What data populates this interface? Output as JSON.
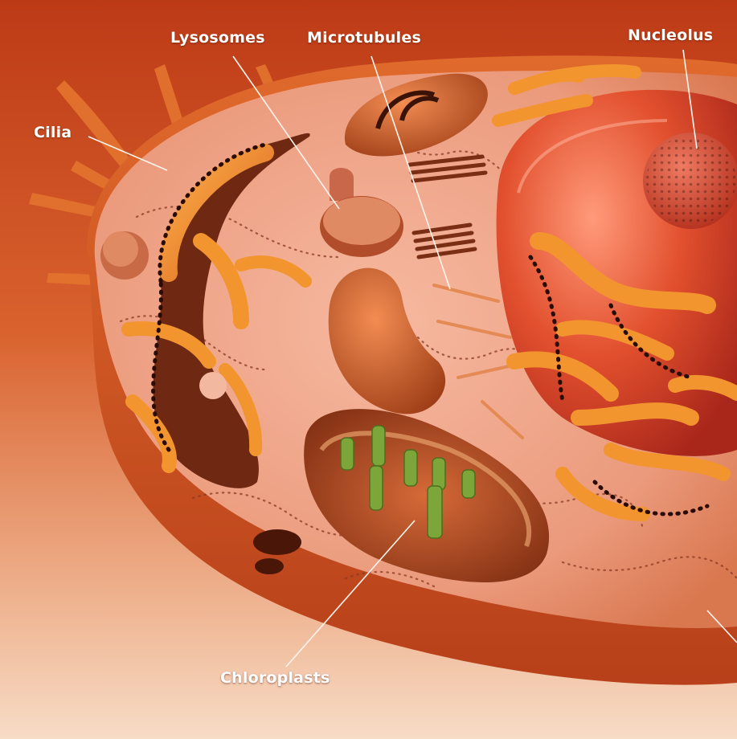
{
  "diagram": {
    "labels": {
      "lysosomes": "Lysosomes",
      "microtubules": "Microtubules",
      "nucleolus": "Nucleolus",
      "cilia": "Cilia",
      "chloroplasts": "Chloroplasts"
    }
  },
  "colors": {
    "background_top": "#c2401a",
    "background_bottom": "#f6d6bd",
    "cell_surface": "#f0a58a",
    "cell_rim": "#d65a1e",
    "organelle_orange": "#f0902e",
    "organelle_dark": "#6b2410",
    "nucleus_red": "#e0482a",
    "chloroplast_green": "#7da63a",
    "label_text": "#ffffff",
    "leader_line": "#fff5ee"
  }
}
